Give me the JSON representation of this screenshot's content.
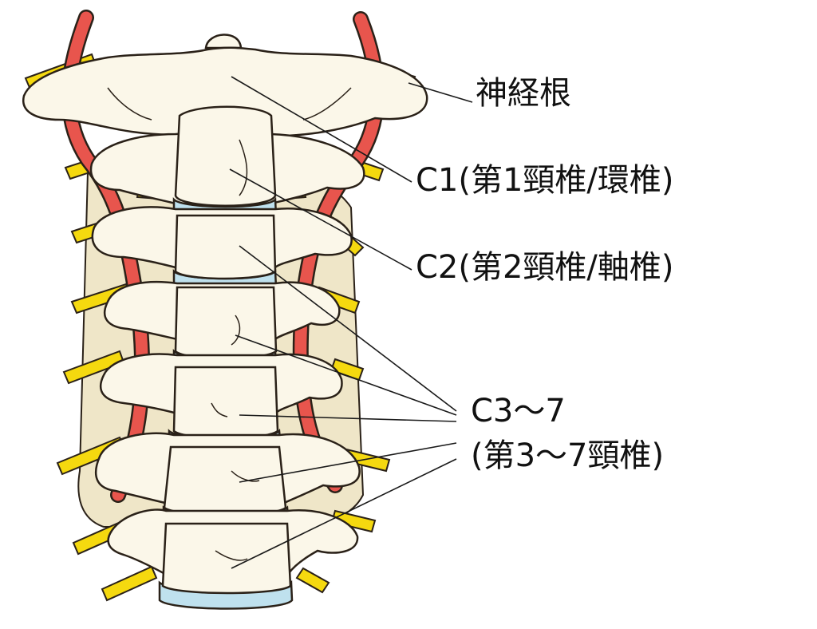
{
  "labels": {
    "nerve_root": "神経根",
    "c1": "C1(第1頸椎/環椎)",
    "c2": "C2(第2頸椎/軸椎)",
    "c3_7": "C3～7",
    "c3_7_sub": "(第3～7頸椎)"
  },
  "colors": {
    "bone_fill": "#fbf7e9",
    "bone_shade": "#ede3c3",
    "bone_outline": "#2a2118",
    "disc_fill": "#bfe1ee",
    "nerve": "#f5d90f",
    "artery": "#e8554d",
    "leader_line": "#1a1a1a",
    "text": "#111111"
  }
}
